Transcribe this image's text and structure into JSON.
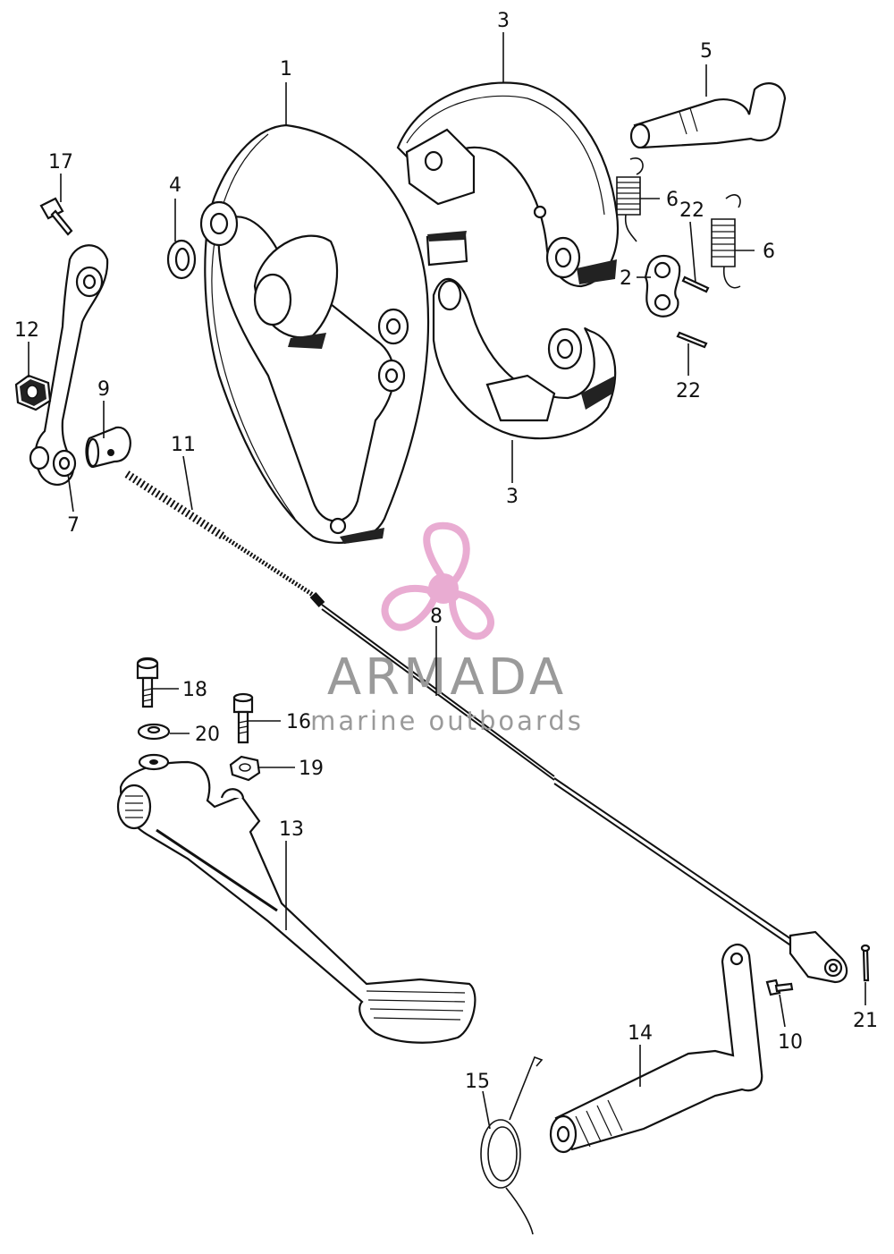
{
  "callouts": [
    {
      "id": "c1",
      "text": "1"
    },
    {
      "id": "c2",
      "text": "2"
    },
    {
      "id": "c3a",
      "text": "3"
    },
    {
      "id": "c3b",
      "text": "3"
    },
    {
      "id": "c4",
      "text": "4"
    },
    {
      "id": "c5",
      "text": "5"
    },
    {
      "id": "c6a",
      "text": "6"
    },
    {
      "id": "c6b",
      "text": "6"
    },
    {
      "id": "c7",
      "text": "7"
    },
    {
      "id": "c8",
      "text": "8"
    },
    {
      "id": "c9",
      "text": "9"
    },
    {
      "id": "c10",
      "text": "10"
    },
    {
      "id": "c11",
      "text": "11"
    },
    {
      "id": "c12",
      "text": "12"
    },
    {
      "id": "c13",
      "text": "13"
    },
    {
      "id": "c14",
      "text": "14"
    },
    {
      "id": "c15",
      "text": "15"
    },
    {
      "id": "c16",
      "text": "16"
    },
    {
      "id": "c17",
      "text": "17"
    },
    {
      "id": "c18",
      "text": "18"
    },
    {
      "id": "c19",
      "text": "19"
    },
    {
      "id": "c20",
      "text": "20"
    },
    {
      "id": "c21",
      "text": "21"
    },
    {
      "id": "c22a",
      "text": "22"
    },
    {
      "id": "c22b",
      "text": "22"
    }
  ],
  "watermark": {
    "brand": "ARMADA",
    "tagline": "marine outboards",
    "brand_color": "#9a9a9a",
    "logo_color": "#e8a8d0"
  }
}
